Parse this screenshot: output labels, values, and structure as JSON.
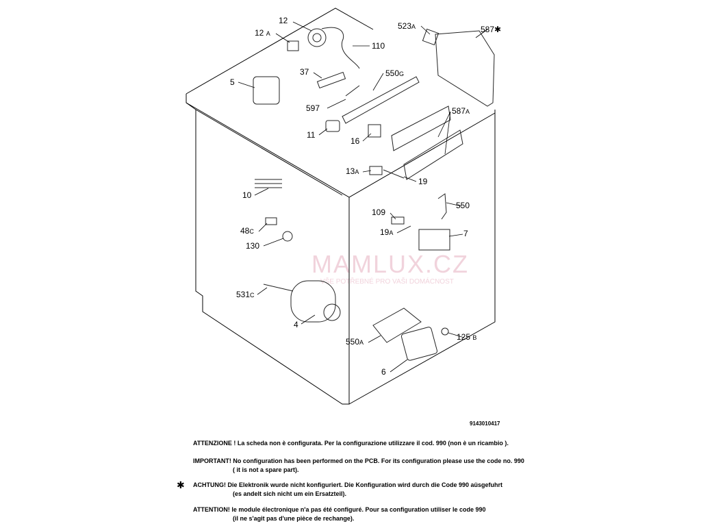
{
  "labels": {
    "l12": "12",
    "l12a": "12",
    "l12a_s": "A",
    "l110": "110",
    "l5": "5",
    "l37": "37",
    "l550g": "550",
    "l550g_s": "G",
    "l597": "597",
    "l11": "11",
    "l16": "16",
    "l523a": "523",
    "l523a_s": "A",
    "l587star": "587✱",
    "l587a": "587",
    "l587a_s": "A",
    "l13a": "13",
    "l13a_s": "A",
    "l19": "19",
    "l10": "10",
    "l109": "109",
    "l550": "550",
    "l48c": "48",
    "l48c_s": "C",
    "l19a": "19",
    "l19a_s": "A",
    "l7": "7",
    "l130": "130",
    "l531c": "531",
    "l531c_s": "C",
    "l4": "4",
    "l550a": "550",
    "l550a_s": "A",
    "l125b": "125",
    "l125b_s": "B",
    "l6": "6"
  },
  "drawing_code": "9143010417",
  "watermark": {
    "title": "MAMLUX.CZ",
    "subtitle": "VŠE POTŘEBNÉ PRO VAŠI DOMÁCNOST"
  },
  "notes": {
    "star": "✱",
    "it": "ATTENZIONE ! La scheda non è configurata. Per la configurazione utilizzare il cod. 990 (non è un ricambio ).",
    "en": "IMPORTANT! No configuration has been performed on the PCB. For its configuration please use the code no. 990",
    "en2": "( it is not a spare part).",
    "de": "ACHTUNG! Die Elektronik wurde nicht konfiguriert. Die Konfiguration wird durch die Code 990 aüsgefuhrt",
    "de2": "(es andelt sich nicht um ein Ersatzteil).",
    "fr": "ATTENTION! le module électronique n'a pas été configuré. Pour  sa configuration utiliser le code 990",
    "fr2": "(il ne s'agit pas d'une pièce de rechange)."
  }
}
